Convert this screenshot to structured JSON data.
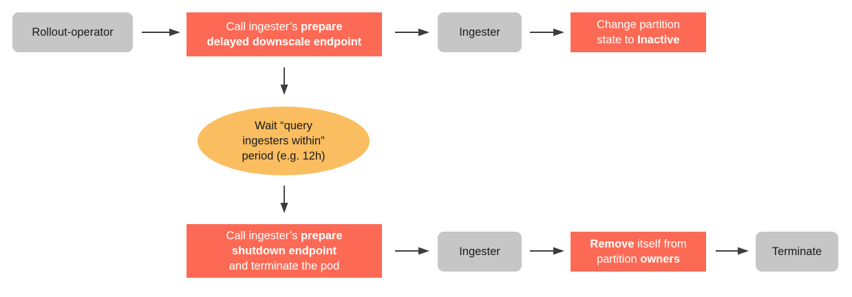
{
  "diagram": {
    "type": "flowchart",
    "title": "Ingester delayed downscale and shutdown flow",
    "colors": {
      "gray_node": "#c6c6c6",
      "red_node": "#fc6a55",
      "orange_node": "#fabd60",
      "arrow": "#3d3d3d",
      "background": "#ffffff",
      "dark_text": "#1a1a1a",
      "light_text": "#ffffff"
    },
    "nodes": [
      {
        "id": "rollout-operator",
        "shape": "rounded-rect",
        "style": "gray",
        "label": "Rollout-operator",
        "lines": [
          {
            "parts": [
              {
                "text": "Rollout-operator",
                "bold": false
              }
            ]
          }
        ]
      },
      {
        "id": "call-prepare-delayed-downscale",
        "shape": "rect",
        "style": "red",
        "label": "Call ingester's prepare delayed downscale endpoint",
        "lines": [
          {
            "parts": [
              {
                "text": "Call ingester’s ",
                "bold": false
              },
              {
                "text": "prepare",
                "bold": true
              }
            ]
          },
          {
            "parts": [
              {
                "text": "delayed downscale endpoint",
                "bold": true
              }
            ]
          }
        ]
      },
      {
        "id": "ingester-top",
        "shape": "rounded-rect",
        "style": "gray",
        "label": "Ingester",
        "lines": [
          {
            "parts": [
              {
                "text": "Ingester",
                "bold": false
              }
            ]
          }
        ]
      },
      {
        "id": "change-partition-state",
        "shape": "rect",
        "style": "red",
        "label": "Change partition state to Inactive",
        "lines": [
          {
            "parts": [
              {
                "text": "Change partition",
                "bold": false
              }
            ]
          },
          {
            "parts": [
              {
                "text": "state to ",
                "bold": false
              },
              {
                "text": "Inactive",
                "bold": true
              }
            ]
          }
        ]
      },
      {
        "id": "wait-period",
        "shape": "ellipse",
        "style": "orange",
        "label": "Wait “query ingesters within” period (e.g. 12h)",
        "lines": [
          {
            "parts": [
              {
                "text": "Wait “query",
                "bold": false
              }
            ]
          },
          {
            "parts": [
              {
                "text": "ingesters within”",
                "bold": false
              }
            ]
          },
          {
            "parts": [
              {
                "text": "period (e.g. 12h)",
                "bold": false
              }
            ]
          }
        ]
      },
      {
        "id": "call-prepare-shutdown",
        "shape": "rect",
        "style": "red",
        "label": "Call ingester's prepare shutdown endpoint and terminate the pod",
        "lines": [
          {
            "parts": [
              {
                "text": "Call ingester’s ",
                "bold": false
              },
              {
                "text": "prepare",
                "bold": true
              }
            ]
          },
          {
            "parts": [
              {
                "text": "shutdown endpoint",
                "bold": true
              }
            ]
          },
          {
            "parts": [
              {
                "text": "and terminate the pod",
                "bold": false
              }
            ]
          }
        ]
      },
      {
        "id": "ingester-bottom",
        "shape": "rounded-rect",
        "style": "gray",
        "label": "Ingester",
        "lines": [
          {
            "parts": [
              {
                "text": "Ingester",
                "bold": false
              }
            ]
          }
        ]
      },
      {
        "id": "remove-from-owners",
        "shape": "rect",
        "style": "red",
        "label": "Remove itself from partition owners",
        "lines": [
          {
            "parts": [
              {
                "text": "Remove",
                "bold": true
              },
              {
                "text": " itself from",
                "bold": false
              }
            ]
          },
          {
            "parts": [
              {
                "text": "partition ",
                "bold": false
              },
              {
                "text": "owners",
                "bold": true
              }
            ]
          }
        ]
      },
      {
        "id": "terminate",
        "shape": "rounded-rect",
        "style": "gray",
        "label": "Terminate",
        "lines": [
          {
            "parts": [
              {
                "text": "Terminate",
                "bold": false
              }
            ]
          }
        ]
      }
    ],
    "edges": [
      {
        "id": "e1",
        "from": "rollout-operator",
        "to": "call-prepare-delayed-downscale",
        "direction": "right"
      },
      {
        "id": "e2",
        "from": "call-prepare-delayed-downscale",
        "to": "ingester-top",
        "direction": "right"
      },
      {
        "id": "e3",
        "from": "ingester-top",
        "to": "change-partition-state",
        "direction": "right"
      },
      {
        "id": "e4",
        "from": "call-prepare-delayed-downscale",
        "to": "wait-period",
        "direction": "down"
      },
      {
        "id": "e5",
        "from": "wait-period",
        "to": "call-prepare-shutdown",
        "direction": "down"
      },
      {
        "id": "e6",
        "from": "call-prepare-shutdown",
        "to": "ingester-bottom",
        "direction": "right"
      },
      {
        "id": "e7",
        "from": "ingester-bottom",
        "to": "remove-from-owners",
        "direction": "right"
      },
      {
        "id": "e8",
        "from": "remove-from-owners",
        "to": "terminate",
        "direction": "right"
      }
    ]
  }
}
